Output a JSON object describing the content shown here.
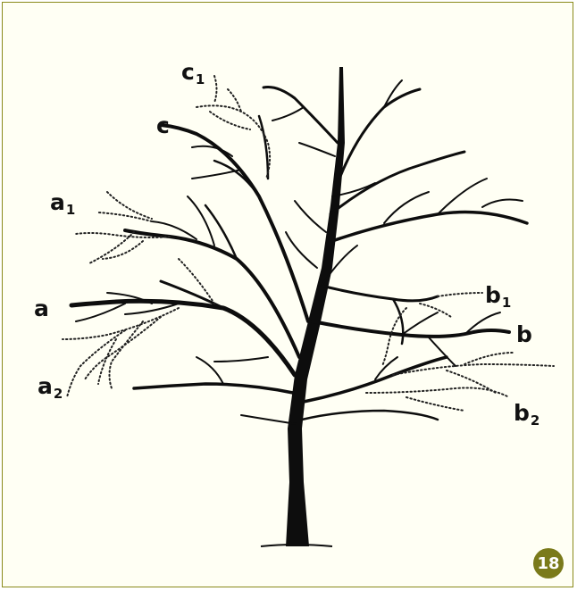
{
  "labels": {
    "a": {
      "base": "a",
      "sub": ""
    },
    "a1": {
      "base": "a",
      "sub": "1"
    },
    "a2": {
      "base": "a",
      "sub": "2"
    },
    "b": {
      "base": "b",
      "sub": ""
    },
    "b1": {
      "base": "b",
      "sub": "1"
    },
    "b2": {
      "base": "b",
      "sub": "2"
    },
    "c": {
      "base": "c",
      "sub": ""
    },
    "c1": {
      "base": "c",
      "sub": "1"
    }
  },
  "badge": {
    "number": "18"
  },
  "colors": {
    "frame": "#8a8a1a",
    "badge": "#7a7a1a",
    "tree": "#0d0d0d",
    "dotted": "#222222"
  }
}
